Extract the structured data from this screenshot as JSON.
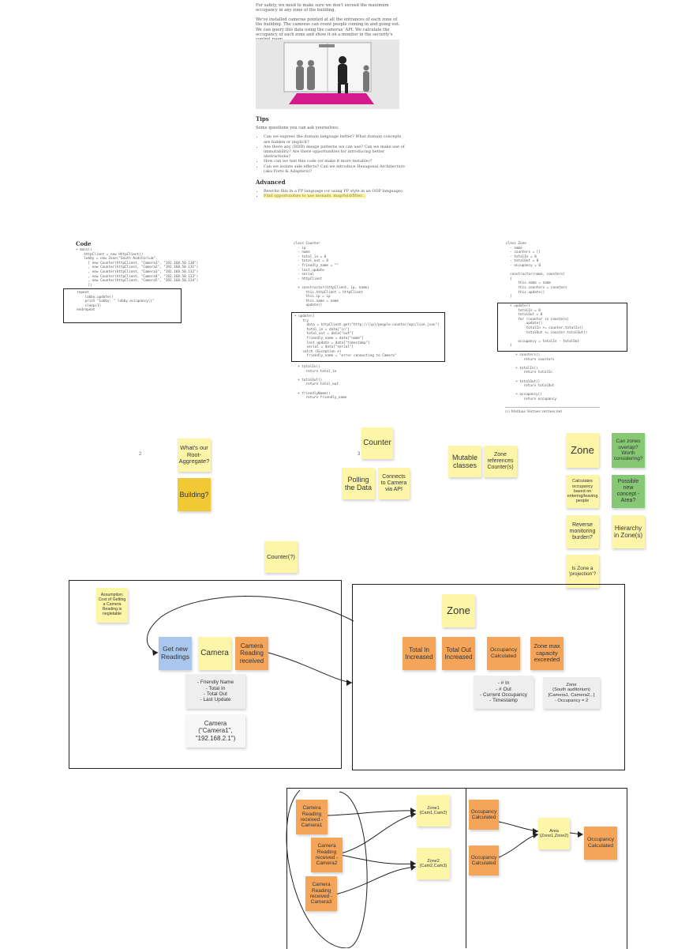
{
  "doc": {
    "intro_p1": "For safety, we need to make sure we don't exceed the maximum occupancy in any zone of the building.",
    "intro_p2": "We've installed cameras pointed at all the entrances of each zone of the building. The cameras can count people coming in and going out. We can query this data using the cameras' API. We calculate the occupancy of each zone and show it on a monitor in the security's control room.",
    "tips_heading": "Tips",
    "tips_intro": "Some questions you can ask yourselves:",
    "tips": [
      "Can we express the domain language better? What domain concepts are hidden or implicit?",
      "Are there any (DDD) design patterns we can use? Can we make use of immutability? Are there opportunities for introducing better abstractions?",
      "How can we test this code (or make it more testable)?",
      "Can we isolate side effects? Can we introduce Hexagonal Architecture (aka Ports & Adapters)?"
    ],
    "advanced_heading": "Advanced",
    "advanced": [
      "Rewrite this in a FP language (or using FP style in an OOP language).",
      "Find opportunities to use monads, map/fold/filter..."
    ]
  },
  "code": {
    "heading": "Code",
    "main_top": "+ main()\n    httpClient = new HttpClient()\n    lobby = new Zone(\"South Auditorium\",\n      [ new Counter(httpClient, \"Camera1\", \"192.168.50.130\")\n      , new Counter(httpClient, \"Camera2\", \"192.168.50.131\")\n      , new Counter(httpClient, \"Camera3\", \"192.168.50.132\")\n      , new Counter(httpClient, \"Camera4\", \"192.168.50.133\")\n      , new Counter(httpClient, \"Camera5\", \"192.168.50.134\")\n      ])",
    "main_loop": "  repeat\n      lobby.update()\n      print \"Lobby: \" lobby.occupancy()\"\n      sleep(1)\n  endrepeat",
    "counter_top": "class Counter\n  - ip\n  - name\n  - total_in = 0\n  - total_out = 0\n  - friendly_name = \"\"\n  - last_update\n  - serial\n  - httpClient\n\n  + constructor(httpClient, ip, name)\n      this.httpClient = httpClient\n      this.ip = ip\n      this.name = name\n      update()",
    "counter_update": "+ update()\n    try\n      data = httpClient.get(\"http://{ip}/people-counter/api/live.json\")\n      total_in = data[\"in\"]\n      total_out = data[\"out\"]\n      friendly_name = data[\"name\"]\n      last_update = data[\"timestamp\"]\n      serial = data[\"serial\"]\n    catch (Exception e)\n      friendly_name = \"error connecting to Camera\"",
    "counter_bottom": "  + totalIn()\n      return total_in\n\n  + totalOut()\n      return total_out\n\n  + friendlyName()\n      return friendly_name",
    "zone_top": "class Zone\n  - name\n  - counters = []\n  - totalIn = 0\n  - totalOut = 0\n  - occupancy = 0\n\n  constructor(name, counters)\n  {\n      this.name = name\n      this.counters = counters\n      this.update()\n  }",
    "zone_update": "+ update()\n    totalIn = 0\n    totalOut = 0\n    for (counter in counters)\n        update()\n        totalIn += counter.totalIn()\n        totalOut += counter.totalOut()\n\n    occupancy = totalIn - totalOut\n}",
    "zone_bottom": "  + counters()\n      return counters\n\n  + totalIn()\n      return totalIn\n\n  + totalOut()\n      return totalOut\n\n  + occupancy()\n      return occupancy",
    "copyright": "(c) Mathias Verraes verraes.net"
  },
  "stickies": {
    "whats_root": "What's our Root-Aggregate?",
    "building": "Building?",
    "counter": "Counter",
    "polling": "Polling the Data",
    "connects": "Connects to Camera via API",
    "mutable": "Mutable classes",
    "zone_refs": "Zone references Counter(s)",
    "zone_big": "Zone",
    "can_overlap": "Can zones overlap? Worth considering?",
    "calculates": "Calculates occupancy based on entering/leaving people",
    "possible": "Possible new concept - Area?",
    "reverse": "Reverse monitoring burden?",
    "hierarchy": "Hierarchy in Zone(s)",
    "projection": "Is Zone a 'projection'?",
    "counter_q": "Counter(?)",
    "assumption": "Assumption: Cost of Getting a Camera Reading is negletable",
    "get_new": "Get new Readings",
    "camera": "Camera",
    "reading_received": "Camera Reading received",
    "camera_attrs": "- Friendly Name\n- Total In\n- Total Out\n- Last Update",
    "camera_example": "Camera\n(\"Camera1\",\n\"192.168.2.1\")",
    "zone_title": "Zone",
    "total_in": "Total In Increased",
    "total_out": "Total Out Increased",
    "occ_calc": "Occupancy Calculated",
    "max_cap": "Zone max capacity exceeded",
    "zone_attrs": "- # In\n- # Out\n- Current Occupancy\n- Timestamp",
    "zone_example": "Zone\n(South auditorium)\n[Camera1, Camera2,..]\n- Occupancy = 2",
    "cam_read_1": "Camera Reading received - Camera1",
    "cam_read_2": "Camera Reading received - Camera2",
    "cam_read_3": "Camera Reading received - Camera3",
    "zone1": "Zone1 {Cam1,Cam2}",
    "zone2": "Zone2 {Cam2,Cam3}",
    "occ_1": "Occupancy Calculated",
    "occ_2": "Occupancy Calculated",
    "area": "Area {Zone1,Zone2}",
    "occ_final": "Occupancy Calculated",
    "num_2": "2",
    "num_3": "3"
  },
  "colors": {
    "sticky_yellow": "#fdf6a9",
    "sticky_orange": "#f5a55a",
    "sticky_green": "#86c873",
    "sticky_dark_yellow": "#f0c934",
    "sticky_blue": "#a9c6ec",
    "highlight": "#fff59a",
    "magenta_mat": "#d41a8c"
  }
}
